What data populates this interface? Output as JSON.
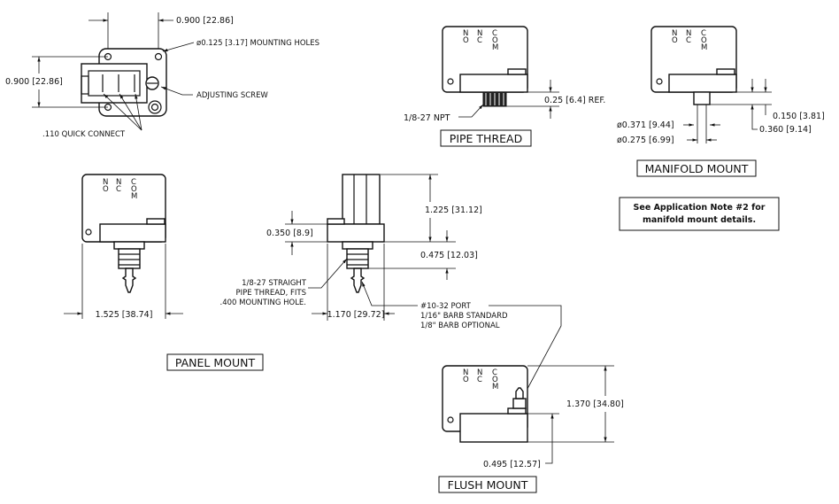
{
  "top_view": {
    "dim_width": "0.900 [22.86]",
    "dim_height": "0.900 [22.86]",
    "mounting_holes": "ø0.125 [3.17] MOUNTING HOLES",
    "adjusting_screw": "ADJUSTING SCREW",
    "quick_connect": ".110 QUICK CONNECT"
  },
  "switch_labels": {
    "no": "NO",
    "nc": "NC",
    "com": "COM"
  },
  "pipe_thread": {
    "title": "PIPE THREAD",
    "npt": "1/8-27 NPT",
    "ref": "0.25 [6.4] REF."
  },
  "manifold_mount": {
    "title": "MANIFOLD MOUNT",
    "d1": "ø0.371 [9.44]",
    "d2": "ø0.275 [6.99]",
    "h1": "0.150 [3.81]",
    "h2": "0.360 [9.14]",
    "note_line1": "See Application Note #2 for",
    "note_line2": "manifold mount details."
  },
  "panel_mount": {
    "title": "PANEL MOUNT",
    "width": "1.525 [38.74]"
  },
  "side_view": {
    "h_total": "1.225 [31.12]",
    "h_body": "0.350 [8.9]",
    "h_stem": "0.475 [12.03]",
    "width": "1.170 [29.72]",
    "thread_note": [
      "1/8-27 STRAIGHT",
      "PIPE THREAD, FITS",
      ".400 MOUNTING HOLE."
    ],
    "port_note": [
      "#10-32 PORT",
      "1/16\" BARB STANDARD",
      "1/8\" BARB OPTIONAL"
    ]
  },
  "flush_mount": {
    "title": "FLUSH MOUNT",
    "h_total": "1.370 [34.80]",
    "h_base": "0.495 [12.57]"
  }
}
